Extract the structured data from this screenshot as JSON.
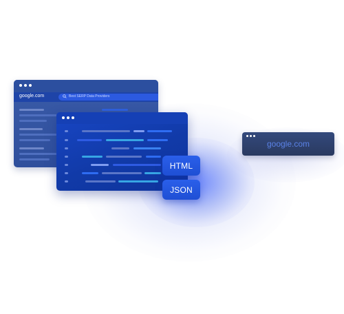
{
  "back_window": {
    "domain": "google.com",
    "search_text": "Best SERP Data Providers"
  },
  "badges": {
    "html_label": "HTML",
    "json_label": "JSON"
  },
  "mini_window": {
    "domain": "google.com"
  },
  "colors": {
    "brand_blue": "#1e4fd8",
    "badge_blue": "#2a5fea",
    "mini_text": "#5b82e6"
  }
}
